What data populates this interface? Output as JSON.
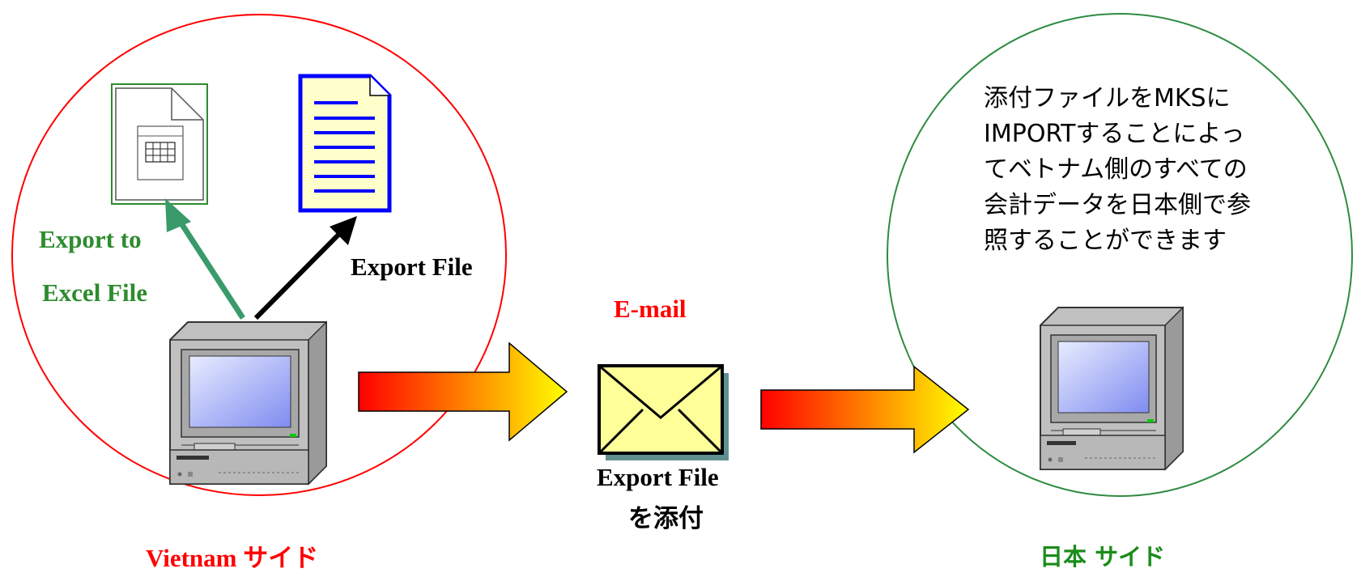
{
  "labels": {
    "export_to_line1": "Export to",
    "export_to_line2": "Excel File",
    "export_file_top": "Export File",
    "email": "E-mail",
    "attach_line1": "Export File",
    "attach_line2": "を添付",
    "vietnam_side": "Vietnam サイド",
    "japan_side": "日本 サイド"
  },
  "description": "添付ファイルをMKSにIMPORTすることによってベトナム側のすべての会計データを日本側で参照することができます",
  "colors": {
    "vietnam_circle": "#ff0000",
    "japan_circle": "#2e8b40",
    "excel_label": "#2e8b2e",
    "excel_arrow": "#3a9a6a",
    "email_label": "#ff0000",
    "vietnam_label": "#ff0000",
    "japan_label": "#1a8c1a",
    "gradient_start": "#ff0000",
    "gradient_end": "#ffff00",
    "document_border": "#0000ff",
    "document_fill": "#ffffcc",
    "envelope_fill": "#ffff99"
  },
  "icons": [
    "excel-file-icon",
    "text-document-icon",
    "computer-icon",
    "envelope-icon"
  ]
}
